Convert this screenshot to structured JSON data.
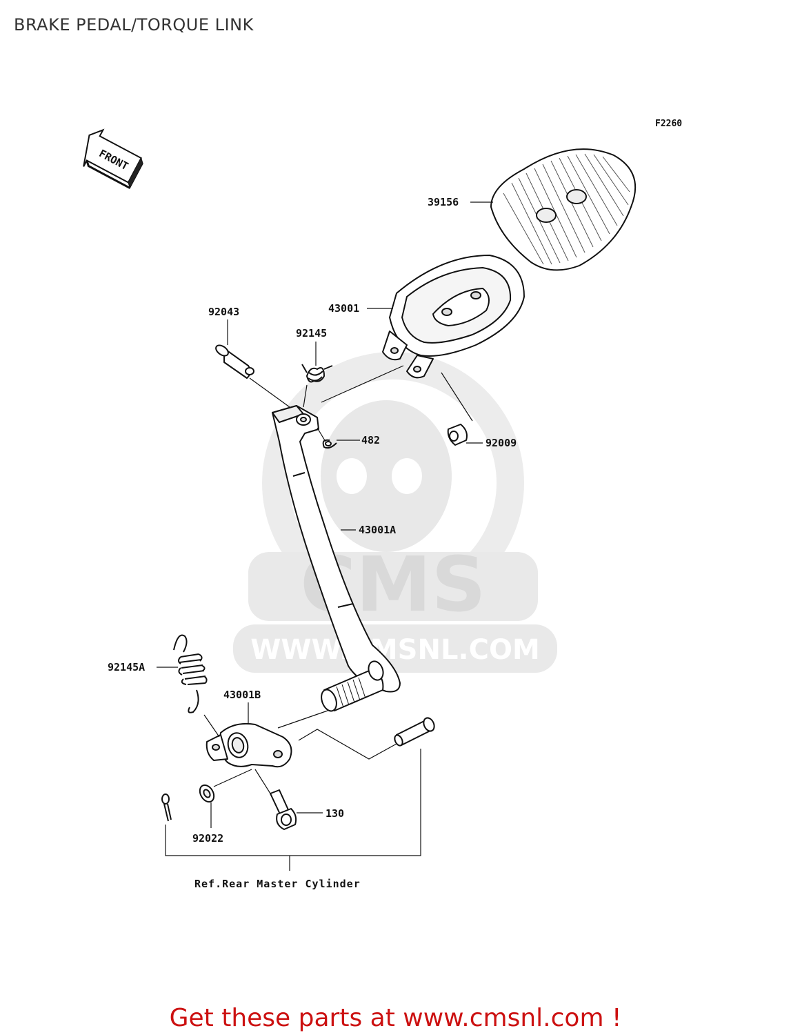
{
  "header": {
    "title": "BRAKE PEDAL/TORQUE LINK"
  },
  "figure": {
    "ref_code": "F2260",
    "front_label": "FRONT",
    "parts": [
      {
        "id": "39156"
      },
      {
        "id": "43001"
      },
      {
        "id": "92043"
      },
      {
        "id": "92145"
      },
      {
        "id": "482"
      },
      {
        "id": "92009"
      },
      {
        "id": "43001A"
      },
      {
        "id": "92145A"
      },
      {
        "id": "43001B"
      },
      {
        "id": "130"
      },
      {
        "id": "92022"
      }
    ],
    "reference_note": "Ref.Rear Master Cylinder"
  },
  "watermark": {
    "brand": "CMS",
    "url": "WWW.CMSNL.COM"
  },
  "footer": {
    "cta": "Get these parts at www.cmsnl.com !"
  },
  "colors": {
    "cta": "#cc1111",
    "line": "#111111",
    "watermark": "#e2e2e2"
  }
}
